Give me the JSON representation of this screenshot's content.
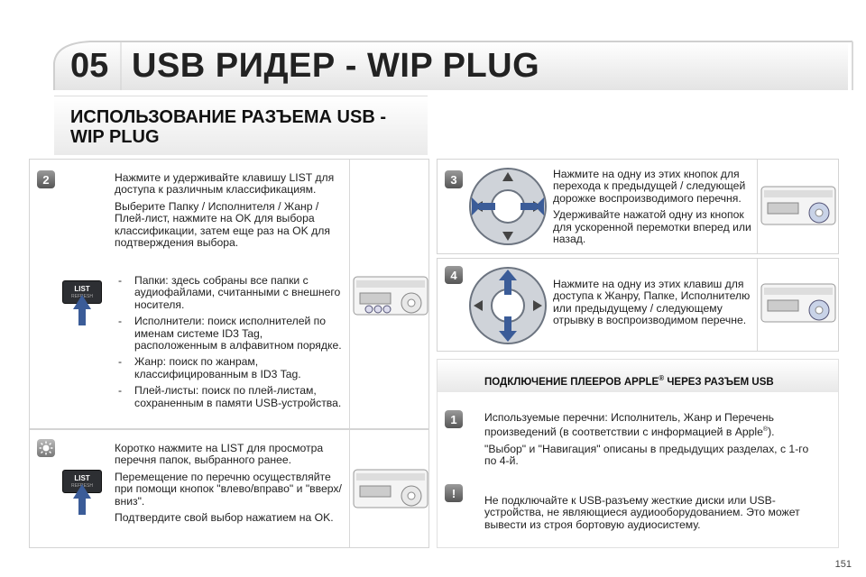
{
  "header": {
    "chapter": "05",
    "title": "USB РИДЕР - WIP PLUG"
  },
  "section_title": "ИСПОЛЬЗОВАНИЕ РАЗЪЕМА USB - WIP PLUG",
  "step2": {
    "badge": "2",
    "p1": "Нажмите и удерживайте клавишу LIST для доступа к различным классификациям.",
    "p2": "Выберите Папку / Исполнителя / Жанр / Плей-лист, нажмите на OK для выбора классификации, затем еще раз на OK для подтверждения выбора.",
    "items": [
      "Папки: здесь собраны все папки с аудиофайлами, считанными с внешнего носителя.",
      "Исполнители: поиск исполнителей по именам системе ID3 Tag, расположенным в алфавитном порядке.",
      "Жанр: поиск по жанрам, классифицированным в ID3 Tag.",
      "Плей-листы: поиск по плей-листам, сохраненным в памяти USB-устройства."
    ],
    "key_label": "LIST",
    "key_sub": "REFRESH"
  },
  "tip": {
    "icon": "lightbulb-icon",
    "p1": "Коротко нажмите на LIST для просмотра перечня папок, выбранного ранее.",
    "p2": "Перемещение по перечню осуществляйте при помощи кнопок \"влево/вправо\" и \"вверх/вниз\".",
    "p3": "Подтвердите свой выбор нажатием на OK.",
    "key_label": "LIST",
    "key_sub": "REFRESH"
  },
  "step3": {
    "badge": "3",
    "p1": "Нажмите на одну из этих кнопок для перехода к предыдущей / следующей дорожке воспроизводимого перечня.",
    "p2": "Удерживайте нажатой одну из кнопок для ускоренной перемотки вперед или назад."
  },
  "step4": {
    "badge": "4",
    "p1": "Нажмите на одну из этих клавиш для доступа к Жанру, Папке, Исполнителю или предыдущему / следующему отрывку в воспроизводимом перечне."
  },
  "apple": {
    "title_a": "ПОДКЛЮЧЕНИЕ ПЛЕЕРОВ APPLE",
    "title_sup": "®",
    "title_b": " ЧЕРЕЗ РАЗЪЕМ USB",
    "badge": "1",
    "p1a": "Используемые перечни: Исполнитель, Жанр и Перечень произведений (в соответствии с информацией в Apple",
    "p1sup": "®",
    "p1b": ").",
    "p2": "\"Выбор\" и \"Навигация\" описаны в предыдущих разделах, с 1-го по 4-й.",
    "warn_badge": "!",
    "p3": "Не подключайте к USB-разъему жесткие диски или USB-устройства, не являющиеся аудиооборудованием. Это может вывести из строя бортовую аудиосистему."
  },
  "page_number": "151",
  "colors": {
    "arrow": "#3b5c98",
    "badge": "#6b6b6b"
  }
}
